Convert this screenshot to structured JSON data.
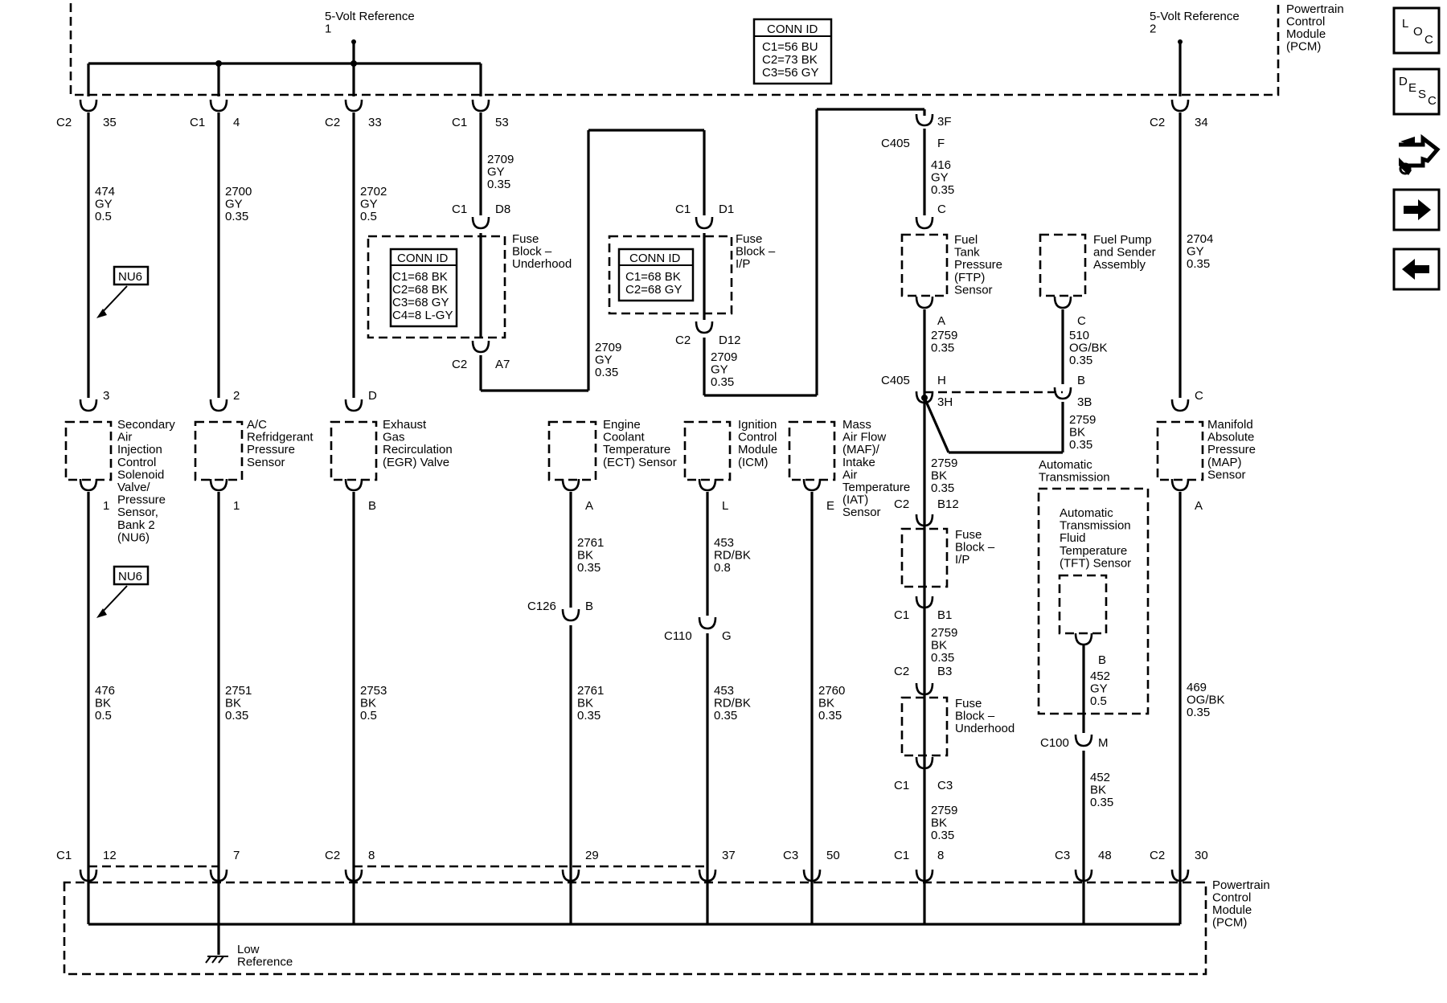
{
  "pcm_top": {
    "title": "Powertrain Control Module (PCM)",
    "ref1": "5-Volt Reference 1",
    "ref2": "5-Volt Reference 2"
  },
  "pcm_bottom": {
    "title": "Powertrain Control Module (PCM)",
    "ground": "Low Reference"
  },
  "conn_id_pcm": {
    "header": "CONN ID",
    "rows": [
      "C1=56 BU",
      "C2=73 BK",
      "C3=56 GY"
    ]
  },
  "conn_id_fuse_underhood": {
    "header": "CONN ID",
    "rows": [
      "C1=68 BK",
      "C2=68 BK",
      "C3=68 GY",
      "C4=8 L-GY"
    ]
  },
  "conn_id_fuse_ip": {
    "header": "CONN ID",
    "rows": [
      "C1=68 BK",
      "C2=68 GY"
    ]
  },
  "option_badges": [
    "NU6",
    "NU6"
  ],
  "components": {
    "air_injection": "Secondary Air Injection Control Solenoid Valve/ Pressure Sensor, Bank 2 (NU6)",
    "ac_sensor": "A/C Refridgerant Pressure Sensor",
    "egr": "Exhaust Gas Recirculation (EGR) Valve",
    "fuse_underhood": "Fuse Block – Underhood",
    "fuse_ip": "Fuse Block – I/P",
    "ect": "Engine Coolant Temperature (ECT) Sensor",
    "icm": "Ignition Control Module (ICM)",
    "maf": "Mass Air Flow (MAF)/ Intake Air Temperature (IAT) Sensor",
    "ftp": "Fuel Tank Pressure (FTP) Sensor",
    "fuel_pump": "Fuel Pump and Sender Assembly",
    "fuse_ip2": "Fuse Block – I/P",
    "fuse_underhood2": "Fuse Block – Underhood",
    "auto_trans": "Automatic Transmission",
    "tft": "Automatic Transmission Fluid Temperature (TFT) Sensor",
    "map": "Manifold Absolute Pressure (MAP) Sensor"
  },
  "wires": {
    "w474": [
      "474",
      "GY",
      "0.5"
    ],
    "w2700": [
      "2700",
      "GY",
      "0.35"
    ],
    "w2702": [
      "2702",
      "GY",
      "0.5"
    ],
    "w2709a": [
      "2709",
      "GY",
      "0.35"
    ],
    "w2709b": [
      "2709",
      "GY",
      "0.35"
    ],
    "w2709c": [
      "2709",
      "GY",
      "0.35"
    ],
    "w416": [
      "416",
      "GY",
      "0.35"
    ],
    "w2704": [
      "2704",
      "GY",
      "0.35"
    ],
    "w2759a": [
      "2759",
      "0.35"
    ],
    "w510": [
      "510",
      "OG/BK",
      "0.35"
    ],
    "w2759b": [
      "2759",
      "BK",
      "0.35"
    ],
    "w2759c": [
      "2759",
      "BK",
      "0.35"
    ],
    "w2759d": [
      "2759",
      "BK",
      "0.35"
    ],
    "w2759e": [
      "2759",
      "BK",
      "0.35"
    ],
    "w2761a": [
      "2761",
      "BK",
      "0.35"
    ],
    "w453a": [
      "453",
      "RD/BK",
      "0.8"
    ],
    "w476": [
      "476",
      "BK",
      "0.5"
    ],
    "w2751": [
      "2751",
      "BK",
      "0.35"
    ],
    "w2753": [
      "2753",
      "BK",
      "0.5"
    ],
    "w2761b": [
      "2761",
      "BK",
      "0.35"
    ],
    "w453b": [
      "453",
      "RD/BK",
      "0.35"
    ],
    "w2760": [
      "2760",
      "BK",
      "0.35"
    ],
    "w452a": [
      "452",
      "GY",
      "0.5"
    ],
    "w452b": [
      "452",
      "BK",
      "0.35"
    ],
    "w469": [
      "469",
      "OG/BK",
      "0.35"
    ]
  },
  "conn_labels": [
    [
      "C2",
      "35"
    ],
    [
      "C1",
      "4"
    ],
    [
      "C2",
      "33"
    ],
    [
      "C1",
      "53"
    ],
    [
      "C2",
      "34"
    ],
    [
      "C1",
      "D8"
    ],
    [
      "C2",
      "A7"
    ],
    [
      "C1",
      "D1"
    ],
    [
      "C2",
      "D12"
    ],
    [
      "3F"
    ],
    [
      "C405",
      "F"
    ],
    [
      "C"
    ],
    [
      "A"
    ],
    [
      "C405",
      "H"
    ],
    [
      "3H"
    ],
    [
      "B"
    ],
    [
      "3B"
    ],
    [
      "C"
    ],
    [
      "3"
    ],
    [
      "2"
    ],
    [
      "D"
    ],
    [
      "C"
    ],
    [
      "1"
    ],
    [
      "1"
    ],
    [
      "B"
    ],
    [
      "A"
    ],
    [
      "L"
    ],
    [
      "E"
    ],
    [
      "A"
    ],
    [
      "C126",
      "B"
    ],
    [
      "C110",
      "G"
    ],
    [
      "C2",
      "B12"
    ],
    [
      "C1",
      "B1"
    ],
    [
      "C2",
      "B3"
    ],
    [
      "C1",
      "C3"
    ],
    [
      "B"
    ],
    [
      "C100",
      "M"
    ],
    [
      "C1",
      "12"
    ],
    [
      "7"
    ],
    [
      "C2",
      "8"
    ],
    [
      "29"
    ],
    [
      "37"
    ],
    [
      "C3",
      "50"
    ],
    [
      "C1",
      "8"
    ],
    [
      "C3",
      "48"
    ],
    [
      "C2",
      "30"
    ]
  ],
  "nav": {
    "loc": [
      "L",
      "O",
      "C"
    ],
    "desc": [
      "D",
      "E",
      "S",
      "C"
    ],
    "icon_names": [
      "loc-icon",
      "desc-icon",
      "connector-icon",
      "next-arrow-icon",
      "back-arrow-icon"
    ]
  }
}
